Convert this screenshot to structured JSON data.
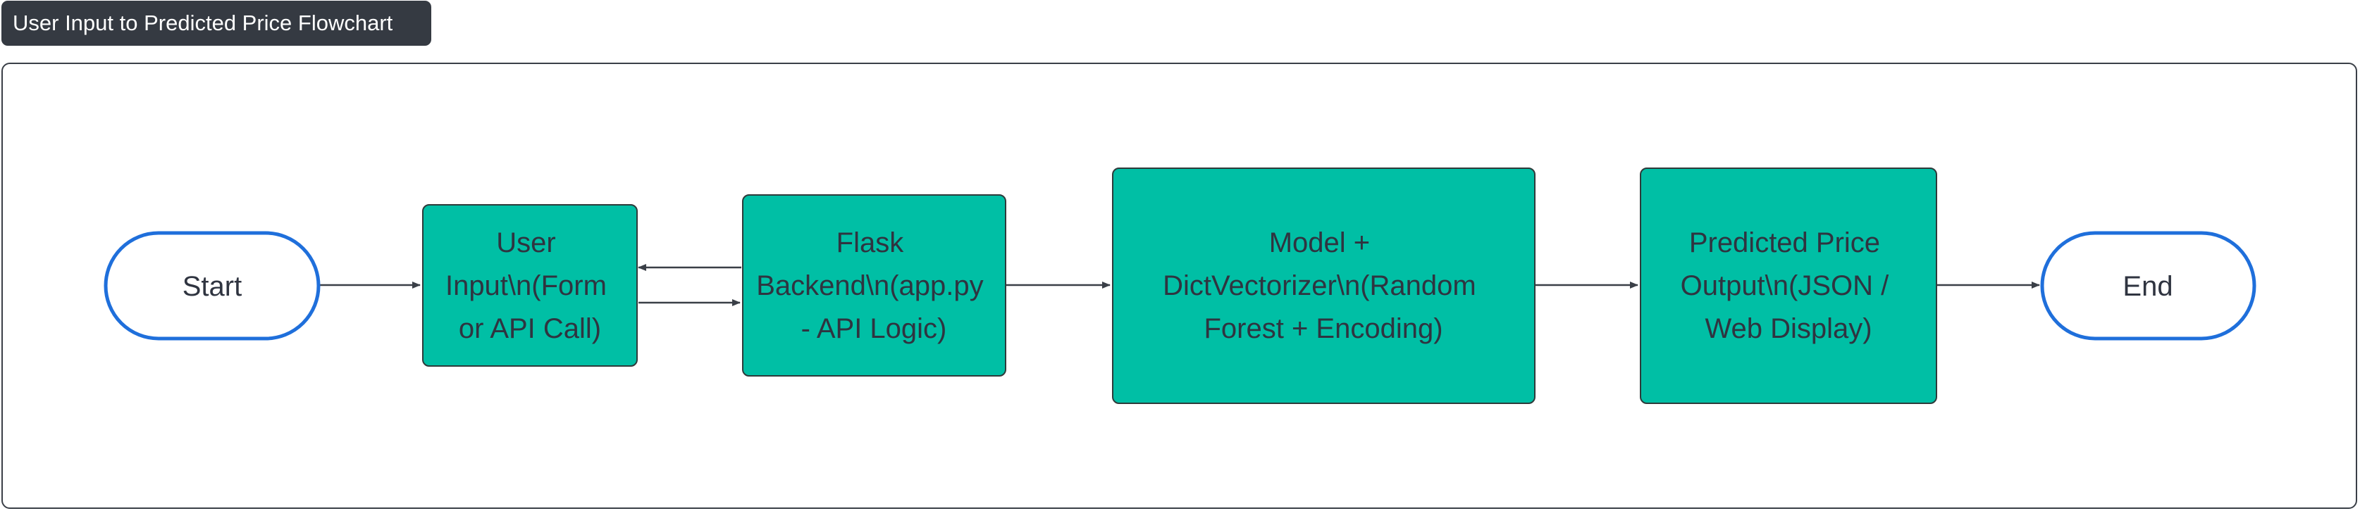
{
  "title": "User Input to Predicted Price Flowchart",
  "colors": {
    "process_fill": "#00bfa5",
    "process_stroke": "#2e3a3a",
    "terminal_stroke": "#1f6fdb",
    "arrow": "#3a3f47",
    "text": "#2f3440"
  },
  "nodes": {
    "start": {
      "label": "Start"
    },
    "user_input": {
      "lines": [
        "User",
        "Input\\n(Form",
        "or API Call)"
      ]
    },
    "flask_backend": {
      "lines": [
        "Flask",
        "Backend\\n(app.py",
        "- API Logic)"
      ]
    },
    "model": {
      "lines": [
        "Model +",
        "DictVectorizer\\n(Random",
        "Forest + Encoding)"
      ]
    },
    "predicted_price": {
      "lines": [
        "Predicted Price",
        "Output\\n(JSON /",
        "Web Display)"
      ]
    },
    "end": {
      "label": "End"
    }
  }
}
